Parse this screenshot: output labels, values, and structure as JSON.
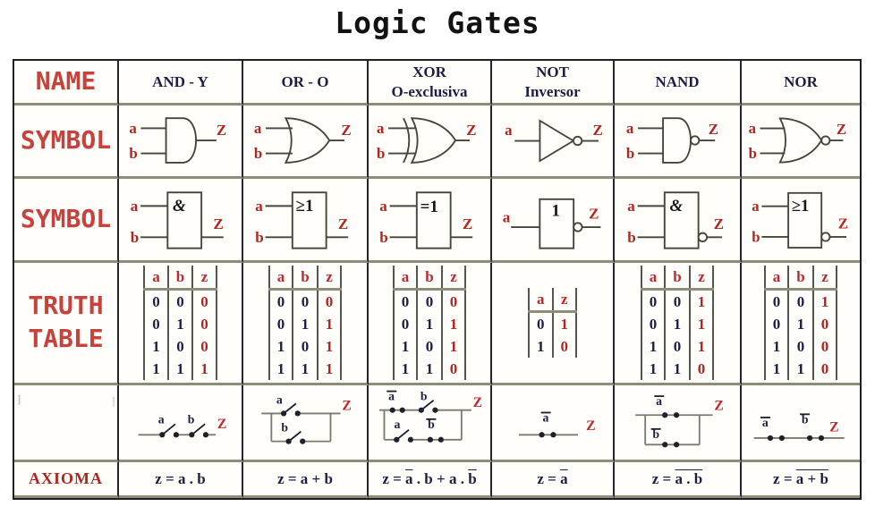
{
  "title": "Logic Gates",
  "colors": {
    "label_red": "#c8423c",
    "serif_red": "#b5231f",
    "navy": "#1e1e45",
    "row_divider": "#8d8d7a",
    "border": "#1f1f22"
  },
  "row_labels": {
    "name": "NAME",
    "symbol1": "SYMBOL",
    "symbol2": "SYMBOL",
    "truth_line1": "TRUTH",
    "truth_line2": "TABLE",
    "circuit_mark_left": "]",
    "circuit_mark_right": "]",
    "axiom": "AXIOMA"
  },
  "io": {
    "a": "a",
    "b": "b",
    "z": "Z"
  },
  "gates": [
    {
      "id": "and",
      "name1": "AND - Y",
      "name2": "",
      "iec": "&",
      "truth": {
        "header": [
          "a",
          "b",
          "z"
        ],
        "rows": [
          [
            "0",
            "0",
            "0"
          ],
          [
            "0",
            "1",
            "0"
          ],
          [
            "1",
            "0",
            "0"
          ],
          [
            "1",
            "1",
            "1"
          ]
        ]
      },
      "circuit": [
        {
          "label": "a",
          "negated": false
        },
        {
          "label": "b",
          "negated": false
        }
      ],
      "axiom": [
        {
          "t": "z = a . b",
          "ov": false
        }
      ]
    },
    {
      "id": "or",
      "name1": "OR - O",
      "name2": "",
      "iec": "≥1",
      "truth": {
        "header": [
          "a",
          "b",
          "z"
        ],
        "rows": [
          [
            "0",
            "0",
            "0"
          ],
          [
            "0",
            "1",
            "1"
          ],
          [
            "1",
            "0",
            "1"
          ],
          [
            "1",
            "1",
            "1"
          ]
        ]
      },
      "circuit": [
        {
          "label": "a",
          "negated": false
        },
        {
          "label": "b",
          "negated": false
        }
      ],
      "axiom": [
        {
          "t": "z = a + b",
          "ov": false
        }
      ]
    },
    {
      "id": "xor",
      "name1": "XOR",
      "name2": "O-exclusiva",
      "iec": "=1",
      "truth": {
        "header": [
          "a",
          "b",
          "z"
        ],
        "rows": [
          [
            "0",
            "0",
            "0"
          ],
          [
            "0",
            "1",
            "1"
          ],
          [
            "1",
            "0",
            "1"
          ],
          [
            "1",
            "1",
            "0"
          ]
        ]
      },
      "circuit": [
        {
          "label": "a",
          "negated": true
        },
        {
          "label": "b",
          "negated": false
        },
        {
          "label": "a",
          "negated": false
        },
        {
          "label": "b",
          "negated": true
        }
      ],
      "axiom": [
        {
          "t": "z = ",
          "ov": false
        },
        {
          "t": "a",
          "ov": true
        },
        {
          "t": " . b + a . ",
          "ov": false
        },
        {
          "t": "b",
          "ov": true
        }
      ]
    },
    {
      "id": "not",
      "name1": "NOT",
      "name2": "Inversor",
      "iec": "1",
      "truth": {
        "header": [
          "a",
          "z"
        ],
        "rows": [
          [
            "0",
            "1"
          ],
          [
            "1",
            "0"
          ]
        ]
      },
      "circuit": [
        {
          "label": "a",
          "negated": true
        }
      ],
      "axiom": [
        {
          "t": "z = ",
          "ov": false
        },
        {
          "t": "a",
          "ov": true
        }
      ]
    },
    {
      "id": "nand",
      "name1": "NAND",
      "name2": "",
      "iec": "&",
      "truth": {
        "header": [
          "a",
          "b",
          "z"
        ],
        "rows": [
          [
            "0",
            "0",
            "1"
          ],
          [
            "0",
            "1",
            "1"
          ],
          [
            "1",
            "0",
            "1"
          ],
          [
            "1",
            "1",
            "0"
          ]
        ]
      },
      "circuit": [
        {
          "label": "a",
          "negated": true
        },
        {
          "label": "b",
          "negated": true
        }
      ],
      "axiom": [
        {
          "t": "z = ",
          "ov": false
        },
        {
          "t": "a . b",
          "ov": true
        }
      ]
    },
    {
      "id": "nor",
      "name1": "NOR",
      "name2": "",
      "iec": "≥1",
      "truth": {
        "header": [
          "a",
          "b",
          "z"
        ],
        "rows": [
          [
            "0",
            "0",
            "1"
          ],
          [
            "0",
            "1",
            "0"
          ],
          [
            "1",
            "0",
            "0"
          ],
          [
            "1",
            "1",
            "0"
          ]
        ]
      },
      "circuit": [
        {
          "label": "a",
          "negated": true
        },
        {
          "label": "b",
          "negated": true
        }
      ],
      "axiom": [
        {
          "t": "z = ",
          "ov": false
        },
        {
          "t": "a + b",
          "ov": true
        }
      ]
    }
  ]
}
